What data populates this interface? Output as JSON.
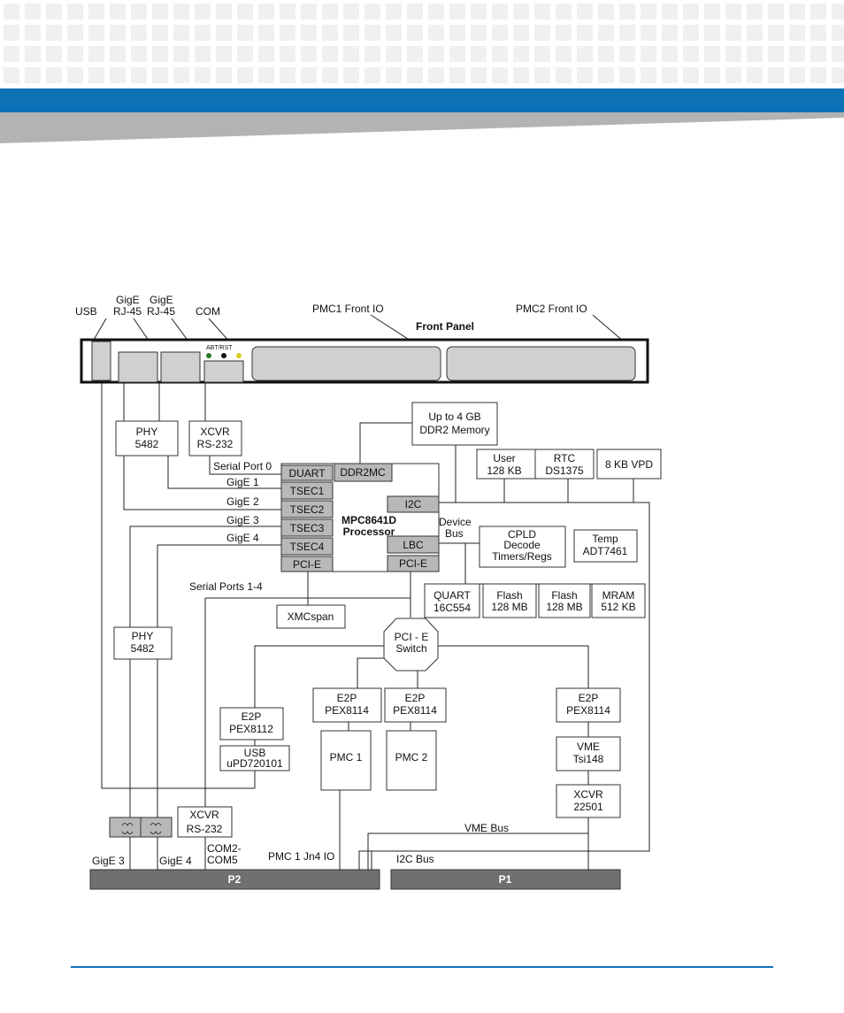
{
  "labels": {
    "usb": "USB",
    "gige_rj45_a_1": "GigE",
    "gige_rj45_a_2": "RJ-45",
    "gige_rj45_b_1": "GigE",
    "gige_rj45_b_2": "RJ-45",
    "com": "COM",
    "pmc1_front_io": "PMC1 Front IO",
    "pmc2_front_io": "PMC2 Front IO",
    "front_panel": "Front Panel",
    "abt_rst": "ABT/RST",
    "serial_port_0": "Serial Port 0",
    "gige_1": "GigE 1",
    "gige_2": "GigE 2",
    "gige_3": "GigE 3",
    "gige_4": "GigE 4",
    "serial_ports_1_4": "Serial Ports 1-4",
    "device_bus_1": "Device",
    "device_bus_2": "Bus",
    "vme_bus": "VME Bus",
    "i2c_bus": "I2C Bus",
    "pmc1_jn4_io": "PMC 1 Jn4 IO",
    "gige3_bottom": "GigE 3",
    "gige4_bottom": "GigE 4",
    "com2_com5_1": "COM2-",
    "com2_com5_2": "COM5",
    "p2": "P2",
    "p1": "P1"
  },
  "blocks": {
    "phy_top": [
      "PHY",
      "5482"
    ],
    "xcvr_top": [
      "XCVR",
      "RS-232"
    ],
    "ddr2_memory": [
      "Up to 4 GB",
      "DDR2 Memory"
    ],
    "user_flash": [
      "User",
      "128 KB"
    ],
    "rtc": [
      "RTC",
      "DS1375"
    ],
    "vpd": [
      "8 KB VPD"
    ],
    "cpld": [
      "CPLD",
      "Decode",
      "Timers/Regs"
    ],
    "temp": [
      "Temp",
      "ADT7461"
    ],
    "quart": [
      "QUART",
      "16C554"
    ],
    "flash_a": [
      "Flash",
      "128 MB"
    ],
    "flash_b": [
      "Flash",
      "128 MB"
    ],
    "mram": [
      "MRAM",
      "512 KB"
    ],
    "xmcspan": [
      "XMCspan"
    ],
    "pcie_switch": [
      "PCI - E",
      "Switch"
    ],
    "phy_bottom": [
      "PHY",
      "5482"
    ],
    "e2p_8112": [
      "E2P",
      "PEX8112"
    ],
    "usb_ctrl": [
      "USB",
      "uPD720101"
    ],
    "e2p_8114_a": [
      "E2P",
      "PEX8114"
    ],
    "e2p_8114_b": [
      "E2P",
      "PEX8114"
    ],
    "e2p_8114_c": [
      "E2P",
      "PEX8114"
    ],
    "pmc1": [
      "PMC 1"
    ],
    "pmc2": [
      "PMC 2"
    ],
    "vme": [
      "VME",
      "Tsi148"
    ],
    "xcvr_22501": [
      "XCVR",
      "22501"
    ],
    "xcvr_bottom": [
      "XCVR",
      "RS-232"
    ]
  },
  "processor": {
    "name_1": "MPC8641D",
    "name_2": "Processor",
    "duart": "DUART",
    "ddr2mc": "DDR2MC",
    "tsec1": "TSEC1",
    "tsec2": "TSEC2",
    "tsec3": "TSEC3",
    "tsec4": "TSEC4",
    "pcie_left": "PCI-E",
    "i2c": "I2C",
    "lbc": "LBC",
    "pcie_right": "PCI-E"
  },
  "colors": {
    "header_blue": "#0d72b6",
    "header_gray": "#b3b3b3",
    "pattern_gray": "#f0f0f0",
    "port_gray": "#d0d0d0",
    "sub_block_gray": "#b8b8b8",
    "connector_gray": "#707070"
  }
}
